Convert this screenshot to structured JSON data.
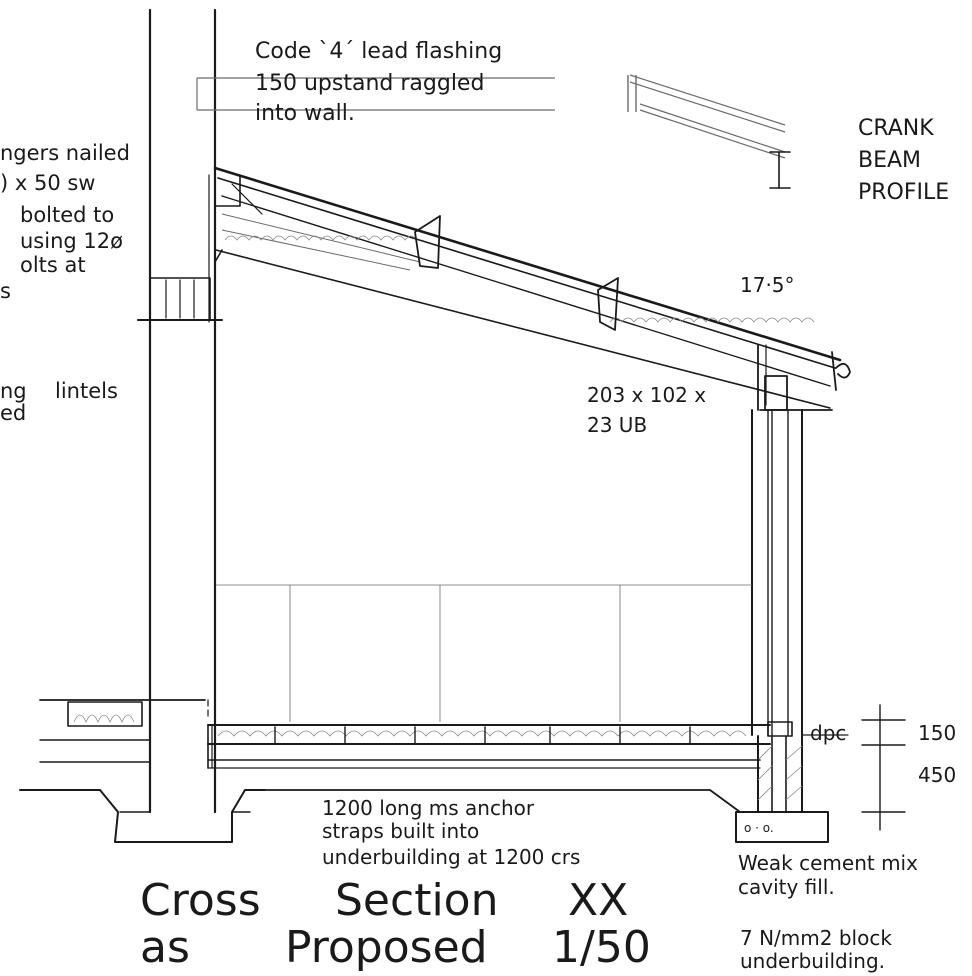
{
  "title": {
    "line1_left": "Cross",
    "line1_mid": "Section",
    "line1_right": "XX",
    "line2_left": "as",
    "line2_mid": "Proposed",
    "line2_right": "1/50"
  },
  "notes": {
    "flashing": [
      "Code `4´ lead flashing",
      "150 upstand raggled",
      "into wall."
    ],
    "crank_beam": [
      "CRANK",
      "BEAM",
      "PROFILE"
    ],
    "left_partial": [
      "ngers nailed",
      ") x 50 sw",
      "bolted to",
      "using 12ø",
      "olts at",
      "s"
    ],
    "lintels": [
      "ng",
      "ed",
      "lintels"
    ],
    "angle": "17·5°",
    "beam_size": [
      "203 x 102 x",
      "23 UB"
    ],
    "anchor_straps": [
      "1200 long ms anchor",
      "straps built into",
      "underbuilding at 1200 crs"
    ],
    "cavity_fill": [
      "Weak cement mix",
      "cavity fill."
    ],
    "block": [
      "7 N/mm2 block",
      "underbuilding."
    ],
    "dpc": "dpc"
  },
  "dimensions": {
    "upper": "150",
    "lower": "450"
  }
}
